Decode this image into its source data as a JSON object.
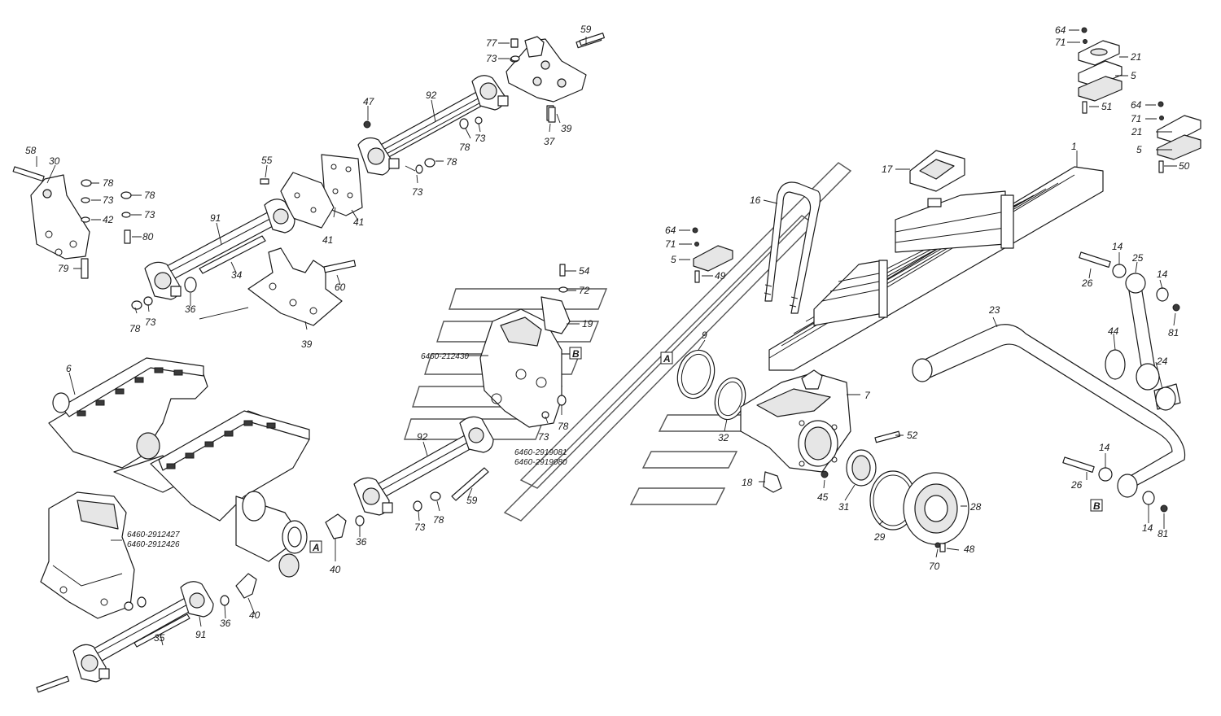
{
  "diagram": {
    "callouts": [
      {
        "id": "c64a",
        "text": "64"
      },
      {
        "id": "c71a",
        "text": "71"
      },
      {
        "id": "c21a",
        "text": "21"
      },
      {
        "id": "c5a",
        "text": "5"
      },
      {
        "id": "c51",
        "text": "51"
      },
      {
        "id": "c64b",
        "text": "64"
      },
      {
        "id": "c71b",
        "text": "71"
      },
      {
        "id": "c21b",
        "text": "21"
      },
      {
        "id": "c5b",
        "text": "5"
      },
      {
        "id": "c50",
        "text": "50"
      },
      {
        "id": "c1",
        "text": "1"
      },
      {
        "id": "c17",
        "text": "17"
      },
      {
        "id": "c16",
        "text": "16"
      },
      {
        "id": "c64c",
        "text": "64"
      },
      {
        "id": "c71c",
        "text": "71"
      },
      {
        "id": "c5c",
        "text": "5"
      },
      {
        "id": "c49",
        "text": "49"
      },
      {
        "id": "c77",
        "text": "77"
      },
      {
        "id": "c73a",
        "text": "73"
      },
      {
        "id": "c59a",
        "text": "59"
      },
      {
        "id": "c92a",
        "text": "92"
      },
      {
        "id": "c47",
        "text": "47"
      },
      {
        "id": "c78a",
        "text": "78"
      },
      {
        "id": "c73b",
        "text": "73"
      },
      {
        "id": "c37",
        "text": "37"
      },
      {
        "id": "c39a",
        "text": "39"
      },
      {
        "id": "c78b",
        "text": "78"
      },
      {
        "id": "c73c",
        "text": "73"
      },
      {
        "id": "c58",
        "text": "58"
      },
      {
        "id": "c30",
        "text": "30"
      },
      {
        "id": "c78c",
        "text": "78"
      },
      {
        "id": "c73d",
        "text": "73"
      },
      {
        "id": "c42",
        "text": "42"
      },
      {
        "id": "c78d",
        "text": "78"
      },
      {
        "id": "c73e",
        "text": "73"
      },
      {
        "id": "c80",
        "text": "80"
      },
      {
        "id": "c79",
        "text": "79"
      },
      {
        "id": "c55",
        "text": "55"
      },
      {
        "id": "c91a",
        "text": "91"
      },
      {
        "id": "c34",
        "text": "34"
      },
      {
        "id": "c41a",
        "text": "41"
      },
      {
        "id": "c41b",
        "text": "41"
      },
      {
        "id": "c60",
        "text": "60"
      },
      {
        "id": "c36a",
        "text": "36"
      },
      {
        "id": "c78e",
        "text": "78"
      },
      {
        "id": "c73f",
        "text": "73"
      },
      {
        "id": "c39b",
        "text": "39"
      },
      {
        "id": "c54",
        "text": "54"
      },
      {
        "id": "c72",
        "text": "72"
      },
      {
        "id": "c19",
        "text": "19"
      },
      {
        "id": "c73g",
        "text": "73"
      },
      {
        "id": "c78f",
        "text": "78"
      },
      {
        "id": "c6",
        "text": "6"
      },
      {
        "id": "c92b",
        "text": "92"
      },
      {
        "id": "c59b",
        "text": "59"
      },
      {
        "id": "c73h",
        "text": "73"
      },
      {
        "id": "c78g",
        "text": "78"
      },
      {
        "id": "c36b",
        "text": "36"
      },
      {
        "id": "c40a",
        "text": "40"
      },
      {
        "id": "c36c",
        "text": "36"
      },
      {
        "id": "c40b",
        "text": "40"
      },
      {
        "id": "c91b",
        "text": "91"
      },
      {
        "id": "c35",
        "text": "35"
      },
      {
        "id": "c9",
        "text": "9"
      },
      {
        "id": "c32",
        "text": "32"
      },
      {
        "id": "c7",
        "text": "7"
      },
      {
        "id": "c52",
        "text": "52"
      },
      {
        "id": "c18",
        "text": "18"
      },
      {
        "id": "c45",
        "text": "45"
      },
      {
        "id": "c31",
        "text": "31"
      },
      {
        "id": "c29",
        "text": "29"
      },
      {
        "id": "c28",
        "text": "28"
      },
      {
        "id": "c48",
        "text": "48"
      },
      {
        "id": "c70",
        "text": "70"
      },
      {
        "id": "c14a",
        "text": "14"
      },
      {
        "id": "c25",
        "text": "25"
      },
      {
        "id": "c14b",
        "text": "14"
      },
      {
        "id": "c26a",
        "text": "26"
      },
      {
        "id": "c81a",
        "text": "81"
      },
      {
        "id": "c44",
        "text": "44"
      },
      {
        "id": "c24",
        "text": "24"
      },
      {
        "id": "c23",
        "text": "23"
      },
      {
        "id": "c14c",
        "text": "14"
      },
      {
        "id": "c26b",
        "text": "26"
      },
      {
        "id": "c14d",
        "text": "14"
      },
      {
        "id": "c81b",
        "text": "81"
      }
    ],
    "part_codes": {
      "code_212430": "6460-212430",
      "code_2919081": "6460-2919081",
      "code_2919080": "6460-2919080",
      "code_2912427": "6460-2912427",
      "code_2912426": "6460-2912426"
    },
    "reference_marks": {
      "a1": "A",
      "a2": "A",
      "b1": "B",
      "b2": "B"
    },
    "colors": {
      "line": "#1a1a1a",
      "fill_part": "#ffffff",
      "fill_shade": "#e6e6e6",
      "watermark": "#555555"
    }
  }
}
